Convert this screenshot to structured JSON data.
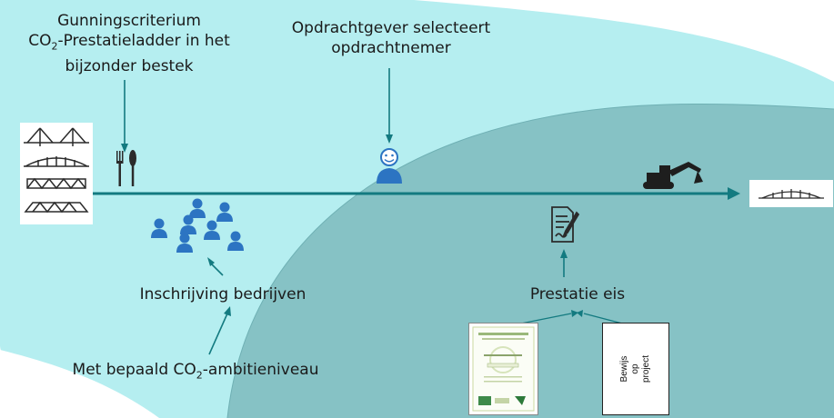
{
  "labels": {
    "gunning_line1": "Gunningscriterium",
    "gunning_line2_pre": "CO",
    "gunning_line2_sub": "2",
    "gunning_line2_post": "-Prestatieladder in het",
    "gunning_line3": "bijzonder bestek",
    "opdracht_line1": "Opdrachtgever selecteert",
    "opdracht_line2": "opdrachtnemer",
    "inschrijving": "Inschrijving bedrijven",
    "ambitie_pre": "Met bepaald CO",
    "ambitie_sub": "2",
    "ambitie_post": "-ambitieniveau",
    "prestatie": "Prestatie eis",
    "bewijs_line1": "Bewijs",
    "bewijs_line2": "op",
    "bewijs_line3": "project"
  },
  "colors": {
    "light_cyan": "#b5eef0",
    "dark_teal_overlay": "#5f9ea3",
    "arrow_teal": "#137a80",
    "people_blue": "#2c74c2",
    "icon_dark": "#2b2b2b"
  },
  "icons": [
    "bridge-icon",
    "cutlery-icon",
    "user-icon",
    "people-group-icon",
    "excavator-icon",
    "document-pen-icon",
    "certificate-icon"
  ]
}
